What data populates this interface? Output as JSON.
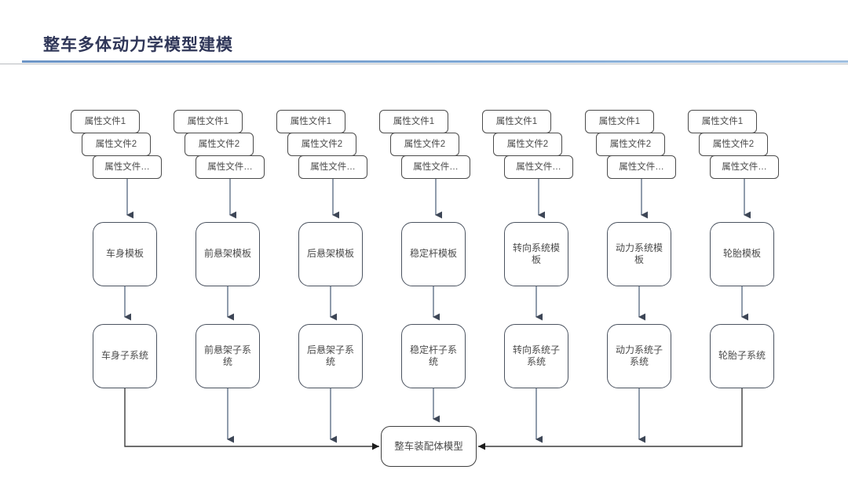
{
  "header": {
    "title": "整车多体动力学模型建模",
    "title_color": "#2f3658",
    "rule_color": "#7ea7d4"
  },
  "diagram": {
    "type": "flowchart",
    "attribute_labels": [
      "属性文件1",
      "属性文件2",
      "属性文件…"
    ],
    "columns": [
      {
        "id": "body",
        "attributes": [
          "属性文件1",
          "属性文件2",
          "属性文件…"
        ],
        "template": "车身模板",
        "subsystem": "车身子系统"
      },
      {
        "id": "front-suspension",
        "attributes": [
          "属性文件1",
          "属性文件2",
          "属性文件…"
        ],
        "template": "前悬架模板",
        "subsystem": "前悬架子系统"
      },
      {
        "id": "rear-suspension",
        "attributes": [
          "属性文件1",
          "属性文件2",
          "属性文件…"
        ],
        "template": "后悬架模板",
        "subsystem": "后悬架子系统"
      },
      {
        "id": "stabilizer-bar",
        "attributes": [
          "属性文件1",
          "属性文件2",
          "属性文件…"
        ],
        "template": "稳定杆模板",
        "subsystem": "稳定杆子系统"
      },
      {
        "id": "steering-system",
        "attributes": [
          "属性文件1",
          "属性文件2",
          "属性文件…"
        ],
        "template": "转向系统模板",
        "subsystem": "转向系统子系统"
      },
      {
        "id": "powertrain-system",
        "attributes": [
          "属性文件1",
          "属性文件2",
          "属性文件…"
        ],
        "template": "动力系统模板",
        "subsystem": "动力系统子系统"
      },
      {
        "id": "tire",
        "attributes": [
          "属性文件1",
          "属性文件2",
          "属性文件…"
        ],
        "template": "轮胎模板",
        "subsystem": "轮胎子系统"
      }
    ],
    "assembly": "整车装配体模型",
    "colors": {
      "box_border": "#4b5360",
      "attr_border": "#4b4b4b",
      "text": "#4a4a4a",
      "arrow_vertical": "#6b7a90",
      "arrow_head": "#3d4656",
      "bus_line": "#3f3f3f"
    }
  }
}
